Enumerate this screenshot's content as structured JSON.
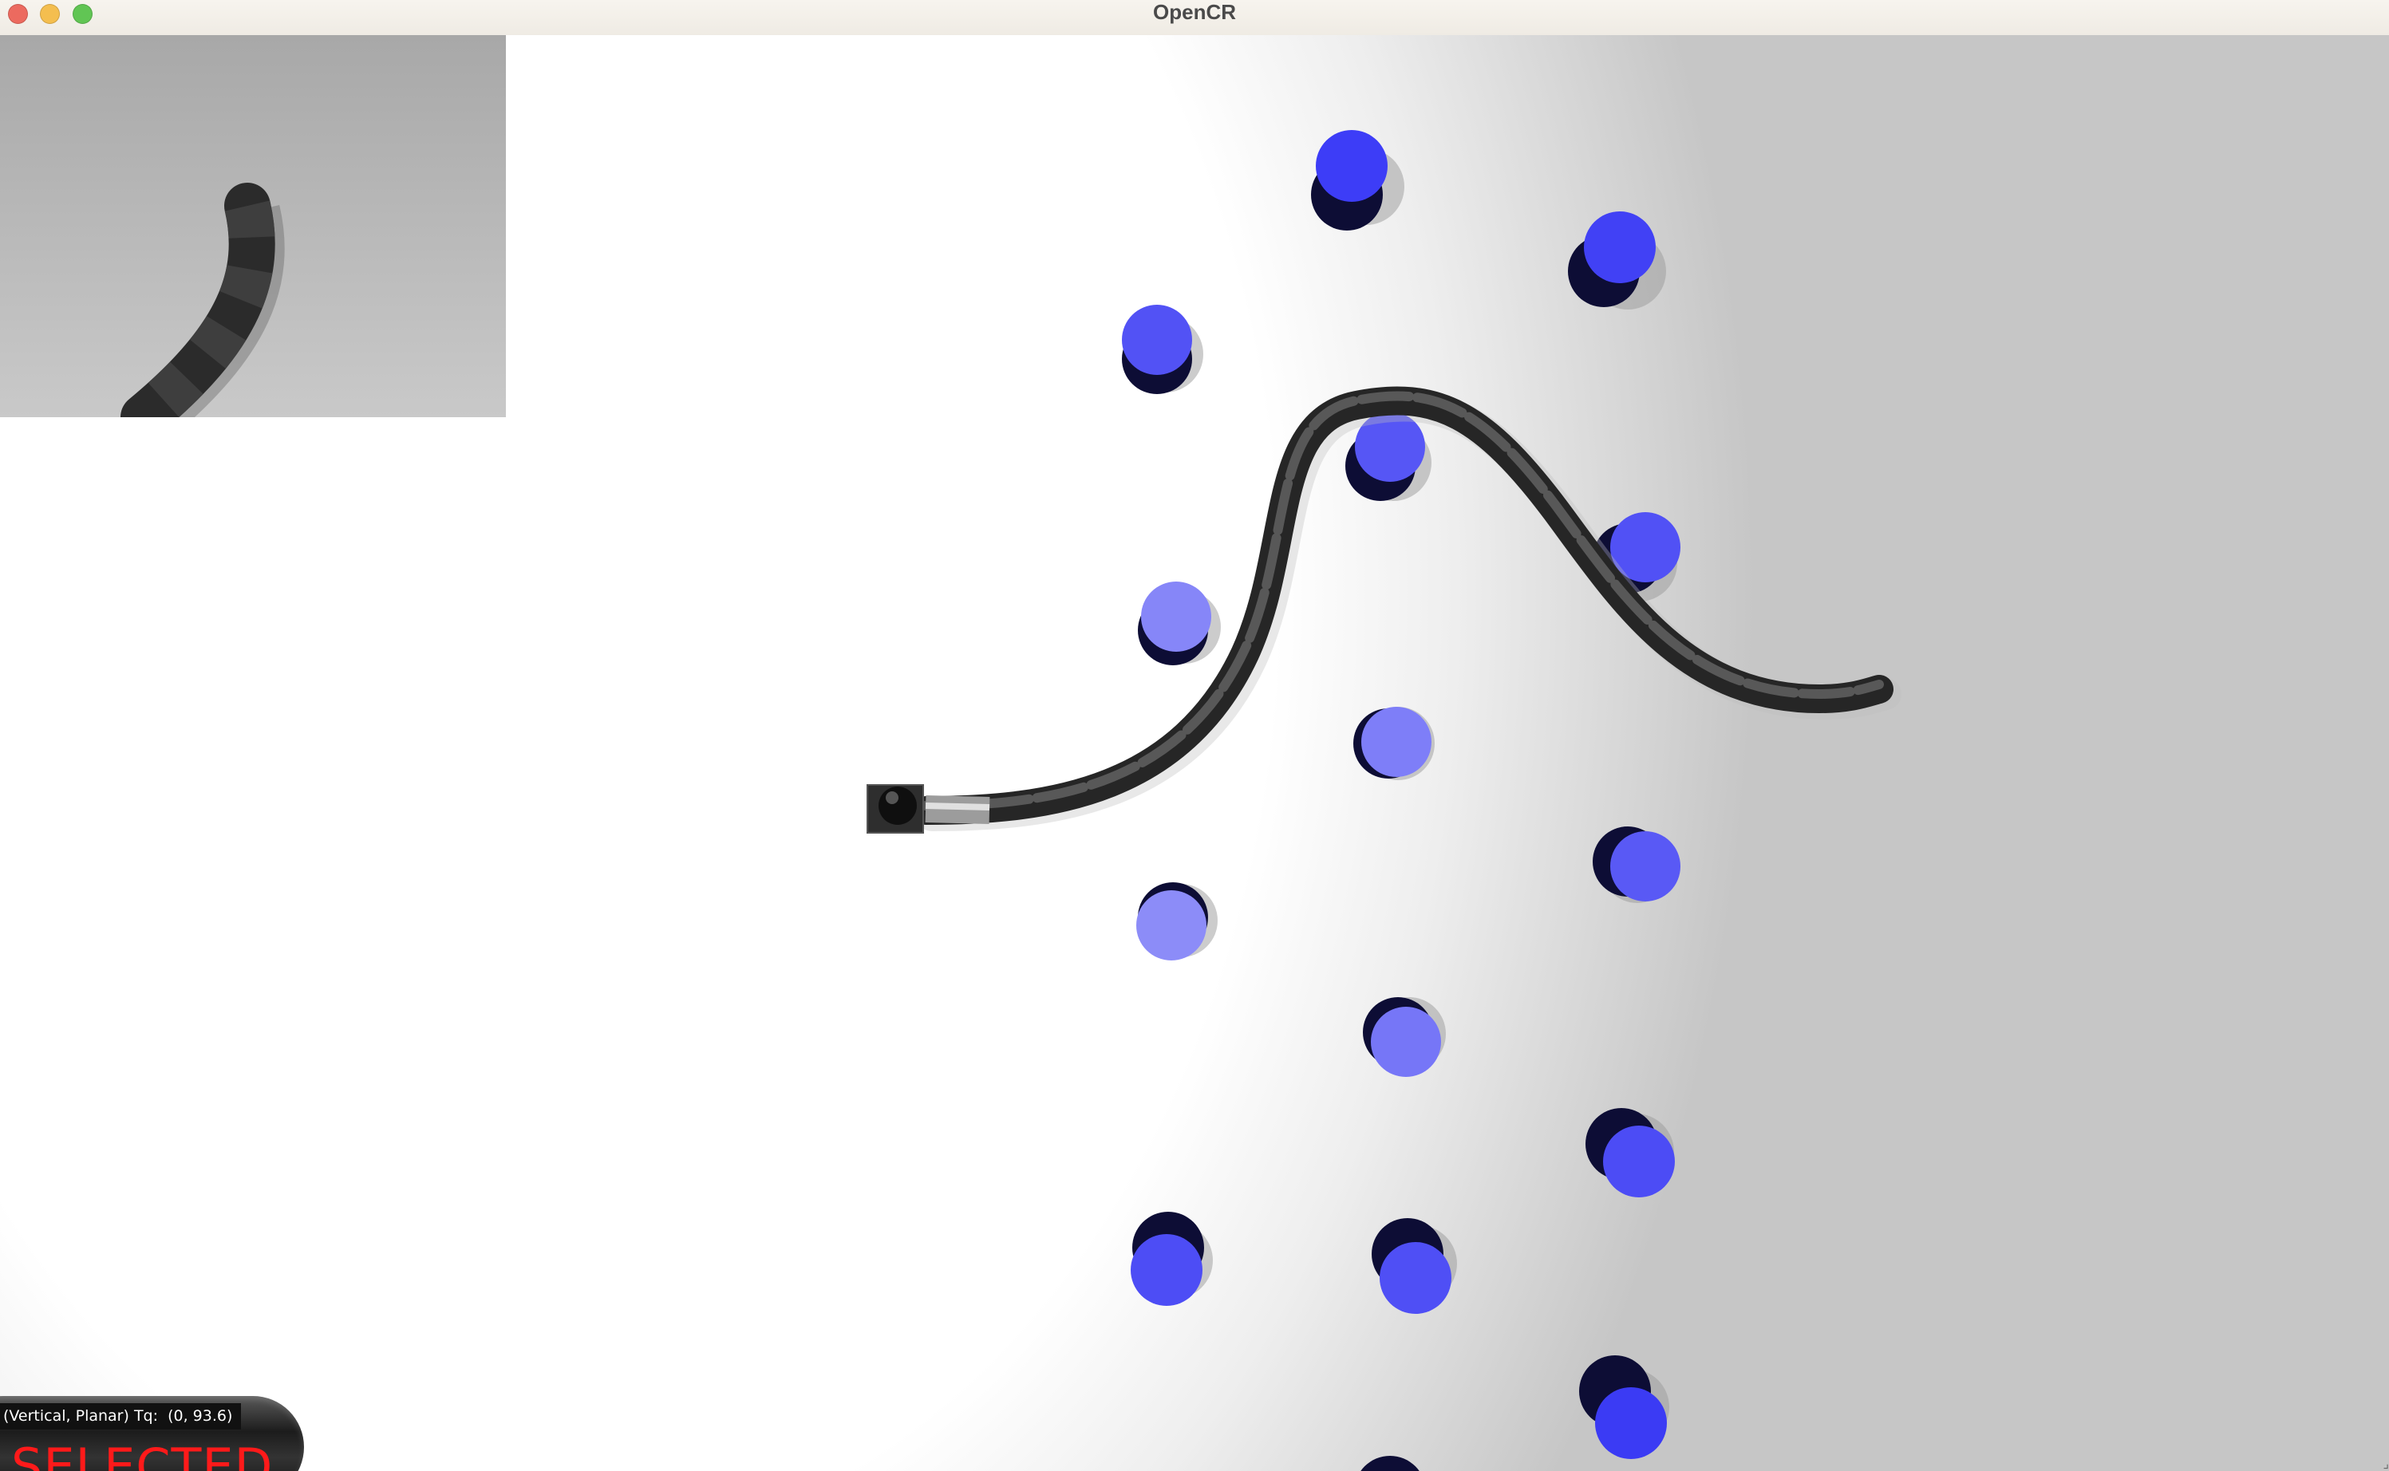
{
  "window": {
    "title": "OpenCR",
    "buttons": [
      "close",
      "minimize",
      "zoom"
    ]
  },
  "status": {
    "readout": "(Vertical, Planar) Tq:  (0, 93.6)",
    "selection_label": "SELECTED",
    "selection_color": "#ff1a1a"
  },
  "scene": {
    "obstacle_color": "#3b3bf6",
    "obstacle_light_color": "#8b8bf8",
    "robot_color": "#3a3a3a"
  }
}
